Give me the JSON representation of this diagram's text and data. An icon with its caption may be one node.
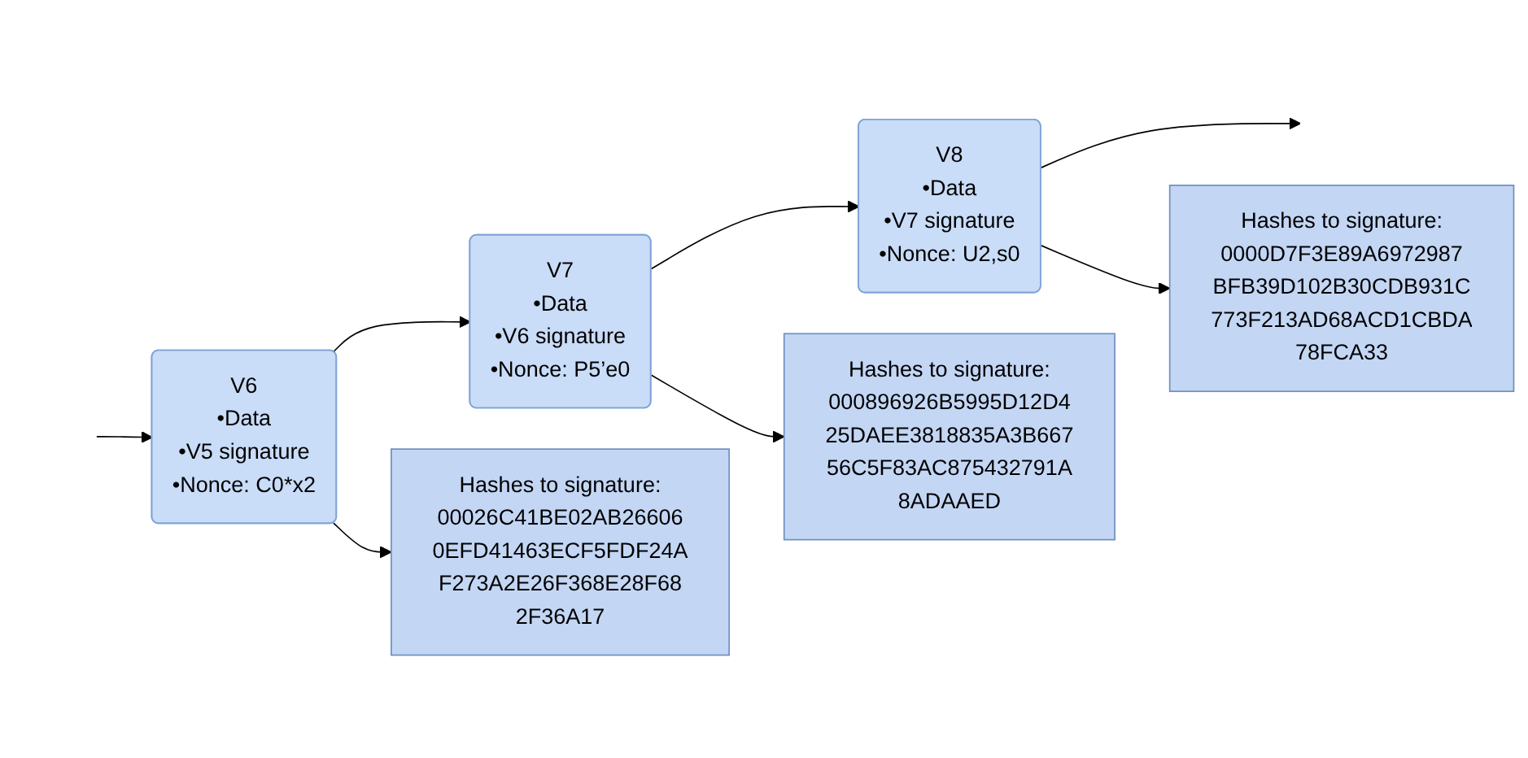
{
  "diagram": {
    "nodes": [
      {
        "text": [
          "V6",
          "•Data",
          "•V5 signature",
          "•Nonce: C0*x2"
        ]
      },
      {
        "text": [
          "V7",
          "•Data",
          "•V6 signature",
          "•Nonce: P5’e0"
        ]
      },
      {
        "text": [
          "V8",
          "•Data",
          "•V7 signature",
          "•Nonce: U2,s0"
        ]
      },
      {
        "text": [
          "Hashes to signature:",
          "00026C41BE02AB266060EFD41463ECF5FDF24AF273A2E26F368E28F682F36A17"
        ]
      },
      {
        "text": [
          "Hashes to signature:",
          "000896926B5995D12D425DAEE3818835A3B66756C5F83AC875432791A8ADAAED"
        ]
      },
      {
        "text": [
          "Hashes to signature:",
          "0000D7F3E89A6972987BFB39D102B30CDB931C773F213AD68ACD1CBDA78FCA33"
        ]
      }
    ],
    "edges": [
      {
        "from": null,
        "to": 0,
        "arrow": "to"
      },
      {
        "from": 0,
        "to": 1,
        "arrow": "to"
      },
      {
        "from": 1,
        "to": 2,
        "arrow": "to"
      },
      {
        "from": 2,
        "to": null,
        "arrow": "to"
      },
      {
        "from": 0,
        "to": 3,
        "arrow": "to"
      },
      {
        "from": 1,
        "to": 4,
        "arrow": "to"
      },
      {
        "from": 2,
        "to": 5,
        "arrow": "to"
      }
    ]
  }
}
